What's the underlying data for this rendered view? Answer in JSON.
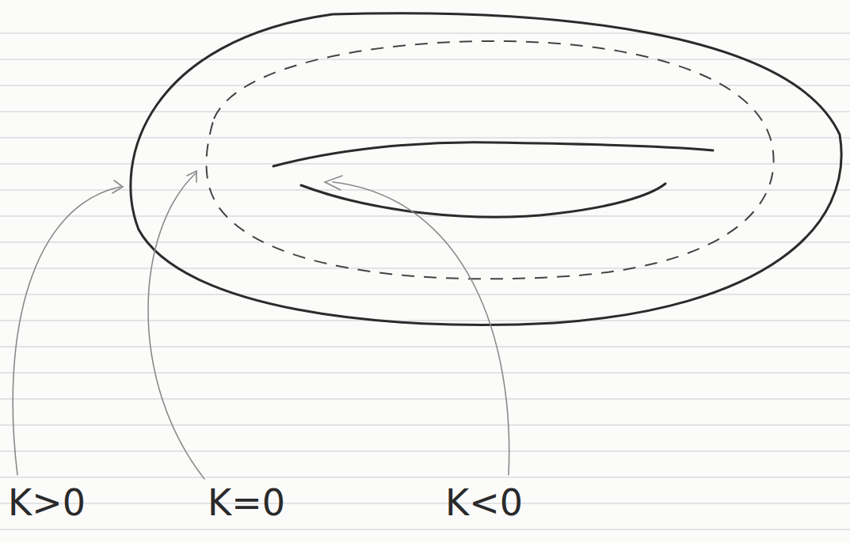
{
  "diagram": {
    "labels": [
      "K>0",
      "K=0",
      "K<0"
    ]
  }
}
